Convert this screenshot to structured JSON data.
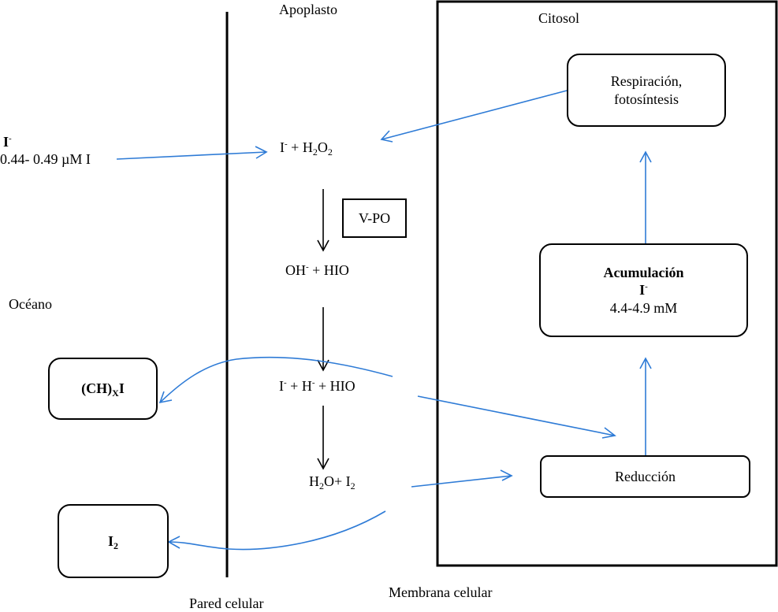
{
  "regions": {
    "apoplast": "Apoplasto",
    "cytosol": "Citosol",
    "ocean": "Océano",
    "cell_wall": "Pared celular",
    "cell_membrane": "Membrana celular"
  },
  "ocean_iodide": {
    "species": "I",
    "charge": "-",
    "concentration": "0.44- 0.49 µM I"
  },
  "reactions": {
    "r1": {
      "a": "I",
      "a_sup": "-",
      "plus": " + H",
      "sub1": "2",
      "mid": "O",
      "sub2": "2"
    },
    "enzyme": "V-PO",
    "r2": {
      "a": "OH",
      "a_sup": "-",
      "rest": " + HIO"
    },
    "r3": {
      "a": "I",
      "a_sup": "-",
      "b": " + H",
      "b_sup": "-",
      "rest": " + HIO"
    },
    "r4": {
      "a": "H",
      "a_sub": "2",
      "b": "O+ I",
      "b_sub": "2"
    }
  },
  "boxes": {
    "respiration": {
      "line1": "Respiración,",
      "line2": "fotosíntesis"
    },
    "accumulation": {
      "title": "Acumulación",
      "species": "I",
      "charge": "-",
      "concentration": "4.4-4.9 mM"
    },
    "reduction": {
      "label": "Reducción"
    },
    "organoiodine": {
      "main": "(CH)",
      "sub": "X",
      "tail": "I"
    },
    "iodine": {
      "main": "I",
      "sub": "2"
    }
  },
  "colors": {
    "flow_arrow": "#2e7bd6",
    "reaction_arrow": "#000000",
    "border": "#000000"
  }
}
